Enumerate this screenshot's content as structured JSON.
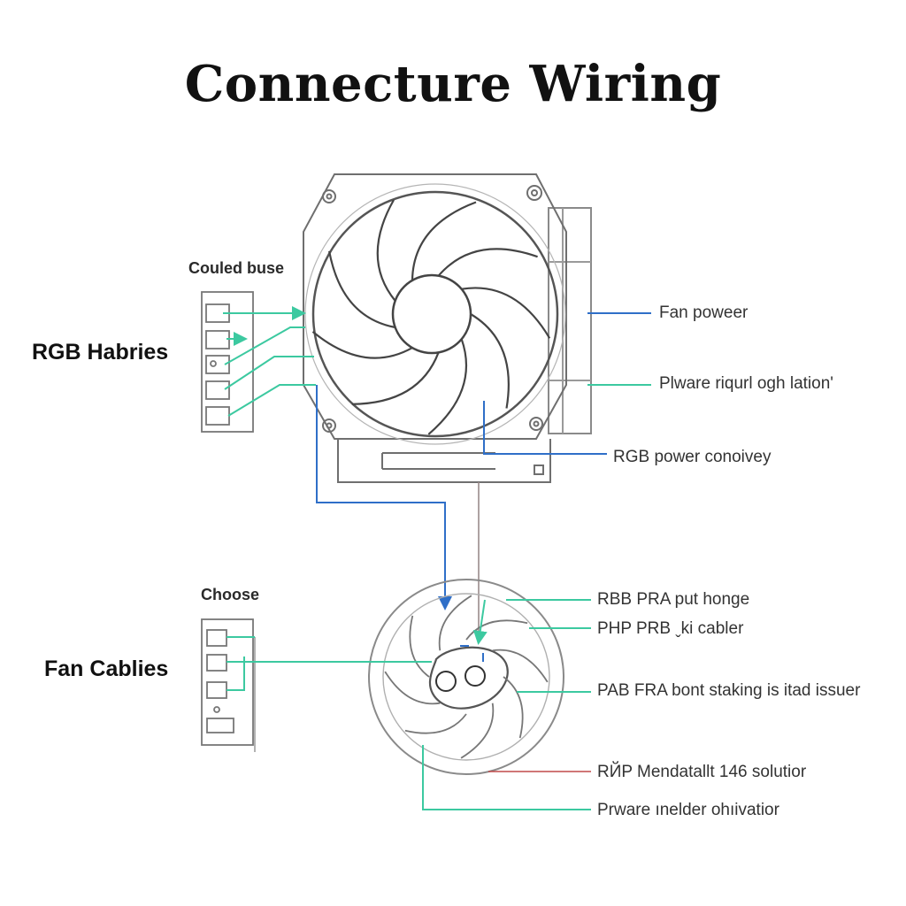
{
  "title": "Connecture Wiring",
  "left_labels": {
    "top_group": "Couled buse",
    "top_side": "RGB Habries",
    "bottom_group": "Choose",
    "bottom_side": "Fan Cablies"
  },
  "right_labels": {
    "top": [
      "Fan poweer",
      "Plware riqurl ogh lation'",
      "RGB power conoivey"
    ],
    "bottom": [
      "RBB PRA put honge",
      "PHP PRB ˬki cabler",
      "PAB FRA bont staking is itad issuer",
      "RЙP Mendatallt 146 solutior",
      "Prware ınelder ohıivatior"
    ]
  },
  "colors": {
    "wire_green": "#3cc9a0",
    "wire_blue": "#2f6fc8",
    "wire_red": "#c04a4a",
    "outline": "#6f6f6f",
    "text": "#333333"
  }
}
